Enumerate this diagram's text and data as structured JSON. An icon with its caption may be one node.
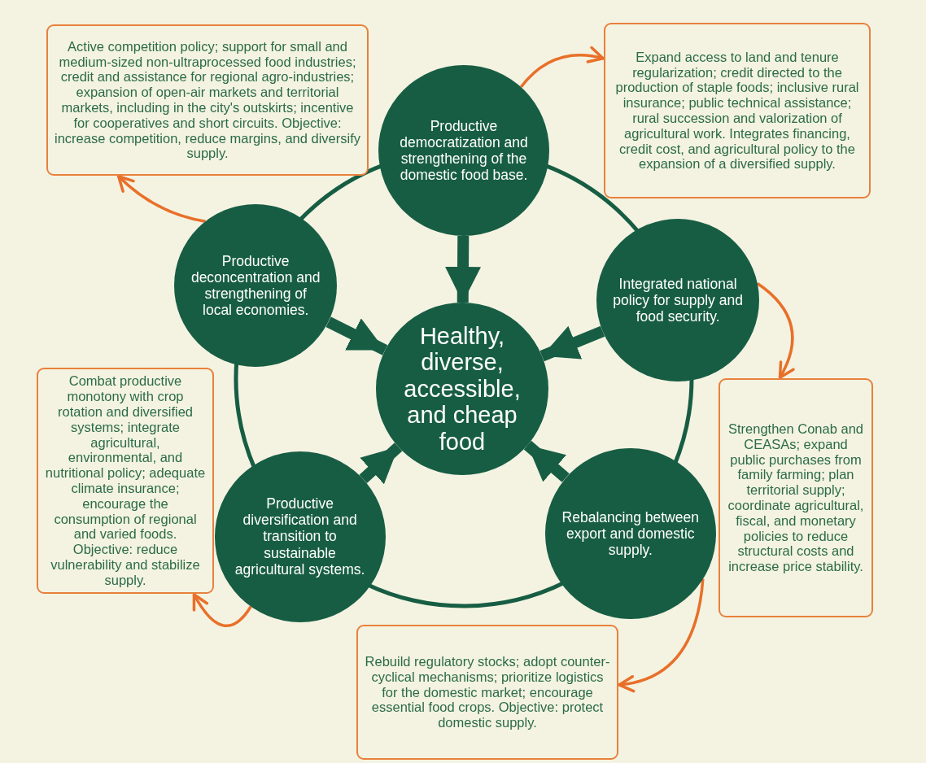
{
  "diagram": {
    "nodes": [
      {
        "text": [
          "Healthy, diverse, accessible, and cheap food"
        ]
      },
      {
        "text": [
          "Productive democratization and strengthening of the domestic food base."
        ]
      },
      {
        "text": [
          "Integrated national policy for supply and food security."
        ]
      },
      {
        "text": [
          "Rebalancing between export and domestic supply."
        ]
      },
      {
        "text": [
          "Productive diversification and transition to sustainable agricultural systems."
        ]
      },
      {
        "text": [
          "Productive deconcentration and strengthening of local economies."
        ]
      },
      {
        "text": [
          "Active competition policy; support for small and medium-sized non-ultraprocessed food industries; credit and assistance for regional agro-industries; expansion of open-air markets and territorial markets, including in the city's outskirts; incentive for cooperatives and short circuits. Objective: increase competition, reduce margins, and diversify supply."
        ]
      },
      {
        "text": [
          "Expand access to land and tenure regularization; credit directed to the production of staple foods; inclusive rural insurance; public technical assistance; rural succession and valorization of agricultural work. Integrates financing, credit cost, and agricultural policy to the expansion of a diversified supply."
        ]
      },
      {
        "text": [
          "Combat productive monotony with crop rotation and diversified systems; integrate agricultural, environmental, and nutritional policy; adequate climate insurance; encourage the consumption of regional and varied foods. Objective: reduce vulnerability and stabilize supply."
        ]
      },
      {
        "text": [
          "Strengthen Conab and CEASAs; expand public purchases from family farming; plan territorial supply; coordinate agricultural, fiscal, and monetary policies to reduce structural costs and increase price stability."
        ]
      },
      {
        "text": [
          "Rebuild regulatory stocks; adopt counter-cyclical mechanisms; prioritize logistics for the domestic market; encourage essential food crops. Objective: protect domestic supply."
        ]
      }
    ],
    "edges": [
      {
        "from": 1,
        "to": 0,
        "arrow": "to",
        "style": "thick"
      },
      {
        "from": 2,
        "to": 0,
        "arrow": "to",
        "style": "thick"
      },
      {
        "from": 3,
        "to": 0,
        "arrow": "to",
        "style": "thick"
      },
      {
        "from": 4,
        "to": 0,
        "arrow": "to",
        "style": "thick"
      },
      {
        "from": 5,
        "to": 0,
        "arrow": "to",
        "style": "thick"
      },
      {
        "from": 1,
        "to": 2,
        "arrow": "none"
      },
      {
        "from": 2,
        "to": 3,
        "arrow": "none"
      },
      {
        "from": 3,
        "to": 4,
        "arrow": "none"
      },
      {
        "from": 4,
        "to": 5,
        "arrow": "none"
      },
      {
        "from": 5,
        "to": 1,
        "arrow": "none"
      },
      {
        "from": 1,
        "to": 7,
        "arrow": "to",
        "color": "#e8702a"
      },
      {
        "from": 2,
        "to": 9,
        "arrow": "to",
        "color": "#e8702a"
      },
      {
        "from": 3,
        "to": 10,
        "arrow": "to",
        "color": "#e8702a"
      },
      {
        "from": 4,
        "to": 8,
        "arrow": "to",
        "color": "#e8702a"
      },
      {
        "from": 5,
        "to": 6,
        "arrow": "to",
        "color": "#e8702a"
      }
    ]
  }
}
